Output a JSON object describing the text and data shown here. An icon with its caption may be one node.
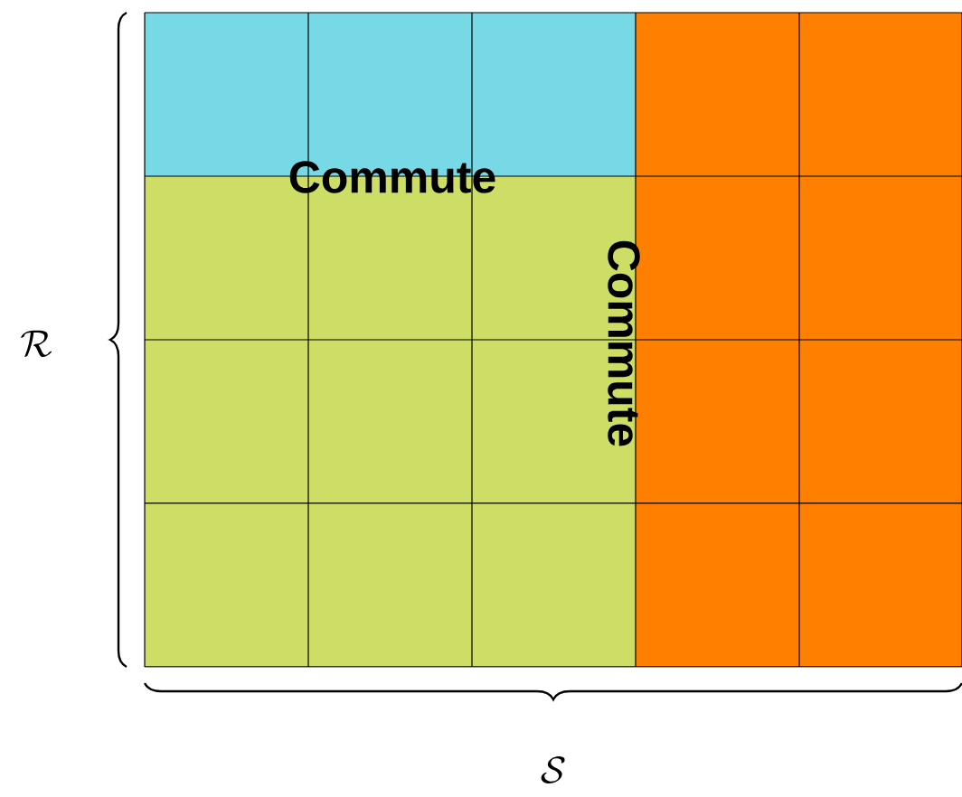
{
  "diagram": {
    "labels": [
      "Commute",
      "Commute",
      "\\mathcal{R}",
      "\\mathcal{S}"
    ]
  }
}
